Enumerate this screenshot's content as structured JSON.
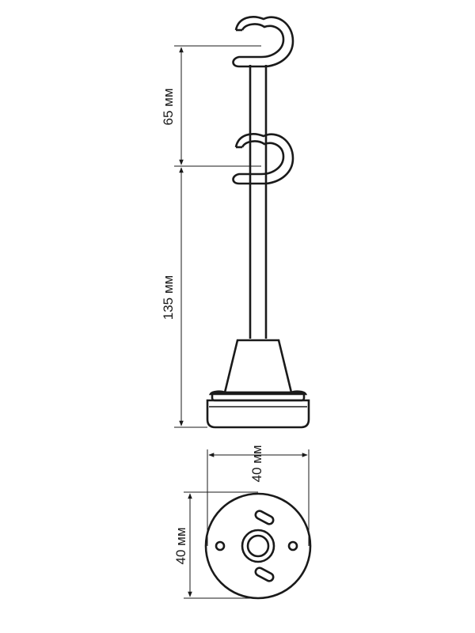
{
  "diagram": {
    "dimensions": {
      "top_spacing": "65 мм",
      "lower_height": "135 мм",
      "base_width": "40 мм",
      "base_height": "40 мм"
    },
    "colors": {
      "stroke": "#1a1a1a",
      "background": "#ffffff"
    }
  }
}
